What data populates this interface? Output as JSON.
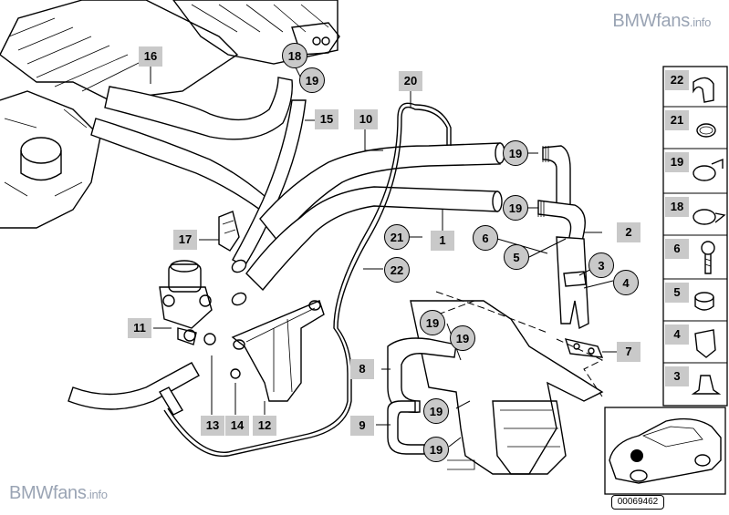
{
  "watermark": {
    "brand": "BMWfans",
    "suffix": ".info"
  },
  "diagram_number": "00069462",
  "callouts": {
    "c1": "1",
    "c2": "2",
    "c3": "3",
    "c4": "4",
    "c5": "5",
    "c6": "6",
    "c7": "7",
    "c8": "8",
    "c9": "9",
    "c10": "10",
    "c11": "11",
    "c12": "12",
    "c13": "13",
    "c14": "14",
    "c15": "15",
    "c16": "16",
    "c17": "17",
    "c18": "18",
    "c19": "19",
    "c20": "20",
    "c21": "21",
    "c22": "22"
  },
  "legend": {
    "items": [
      "22",
      "21",
      "19",
      "18",
      "6",
      "5",
      "4",
      "3"
    ]
  }
}
